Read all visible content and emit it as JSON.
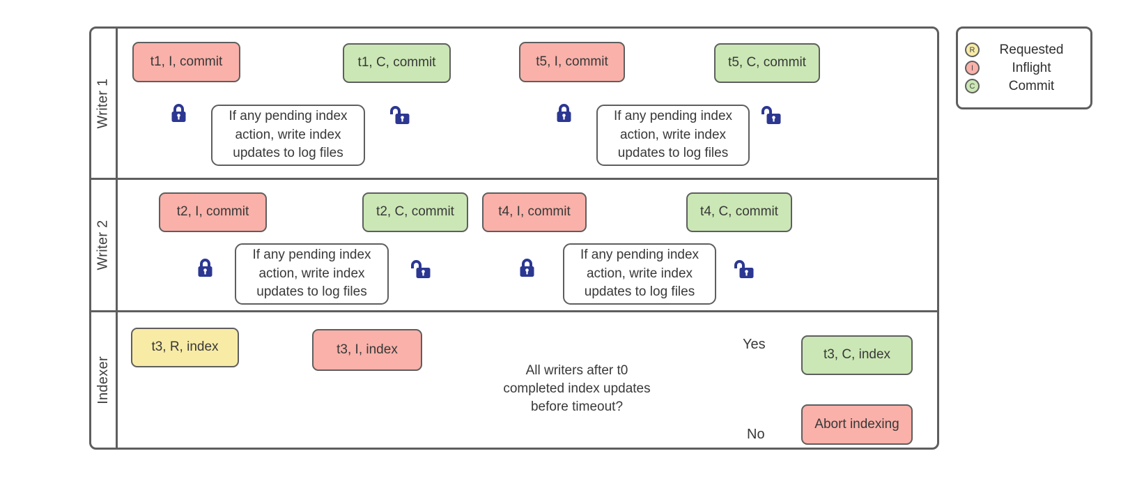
{
  "colors": {
    "inflight_fill": "#f9b1a9",
    "commit_fill": "#cbe7b5",
    "requested_fill": "#f8eba6",
    "shape_border": "#5e5e5e",
    "arrow": "#666666",
    "lock": "#2c3792"
  },
  "lanes": [
    {
      "label": "Writer 1"
    },
    {
      "label": "Writer 2"
    },
    {
      "label": "Indexer"
    }
  ],
  "process_note": "If any pending index action, write index updates to log files",
  "nodes": {
    "t1_inflight": "t1, I, commit",
    "t1_commit": "t1, C, commit",
    "t5_inflight": "t5, I, commit",
    "t5_commit": "t5, C, commit",
    "t2_inflight": "t2, I, commit",
    "t2_commit": "t2, C, commit",
    "t4_inflight": "t4, I, commit",
    "t4_commit": "t4, C, commit",
    "t3_requested": "t3, R, index",
    "t3_inflight": "t3, I, index",
    "t3_commit": "t3, C, index",
    "abort": "Abort indexing"
  },
  "decision": {
    "question": "All writers after t0 completed index updates before timeout?",
    "yes": "Yes",
    "no": "No"
  },
  "legend": {
    "items": [
      {
        "letter": "R",
        "label": "Requested"
      },
      {
        "letter": "I",
        "label": "Inflight"
      },
      {
        "letter": "C",
        "label": "Commit"
      }
    ]
  }
}
